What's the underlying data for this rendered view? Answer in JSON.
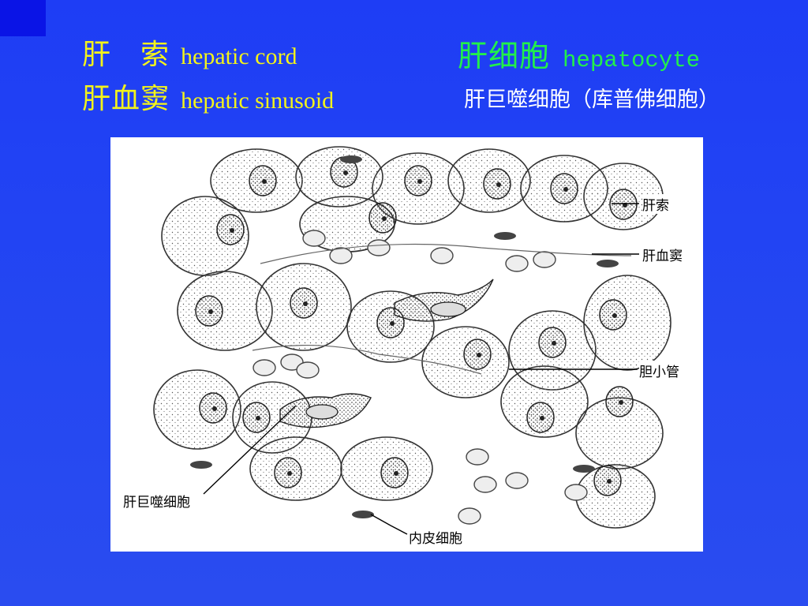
{
  "terms": {
    "cord_zh": "肝　索",
    "cord_en": "hepatic cord",
    "sinusoid_zh": "肝血窦",
    "sinusoid_en": "hepatic sinusoid",
    "hepatocyte_zh": "肝细胞",
    "hepatocyte_en": "hepatocyte",
    "kupffer": "肝巨噬细胞（库普佛细胞）"
  },
  "figure_labels": {
    "cord": "肝索",
    "sinusoid": "肝血窦",
    "canaliculus": "胆小管",
    "macrophage": "肝巨噬细胞",
    "endothelial": "内皮细胞"
  },
  "colors": {
    "background": "#2447f2",
    "yellow_text": "#f3f31a",
    "green_text": "#22f04a",
    "white_text": "#ffffff"
  }
}
